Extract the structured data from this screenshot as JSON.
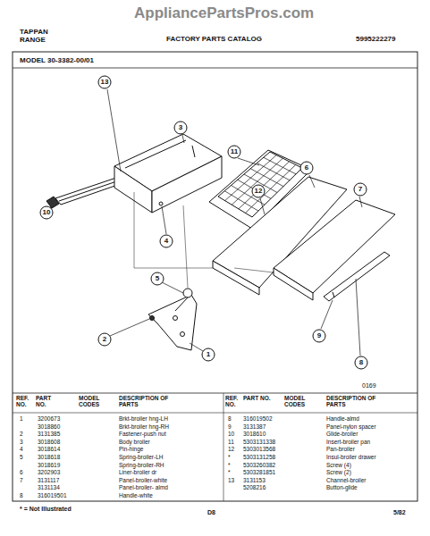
{
  "diagram": {
    "labels": [
      "AppliancePartsPros.com",
      "TAPPAN",
      "RANGE",
      "FACTORY PARTS CATALOG",
      "5995222279",
      "MODEL 30-3382-00/01",
      "13",
      "3",
      "11",
      "6",
      "7",
      "12",
      "10",
      "4",
      "5",
      "2",
      "1",
      "9",
      "8",
      "0169",
      "REF. NO.",
      "PART NO.",
      "MODEL CODES",
      "DESCRIPTION OF PARTS",
      "REF. NO.",
      "PART NO.",
      "MODEL CODES",
      "DESCRIPTION OF PARTS",
      "1",
      "3200673",
      "Brkt-broiler hng-LH",
      "3018860",
      "Brkt-broiler hng-RH",
      "2",
      "3131385",
      "Fastener-push nut",
      "3",
      "3018608",
      "Body broiler",
      "4",
      "3018614",
      "Pin-hinge",
      "5",
      "3018618",
      "Spring-broiler-LH",
      "3018619",
      "Spring-broiler-RH",
      "6",
      "3202903",
      "Liner-broiler dr",
      "7",
      "3131117",
      "Panel-broiler-white",
      "3131134",
      "Panel-broiler- almd",
      "8",
      "316019501",
      "Handle-white",
      "8",
      "316019502",
      "Handle-almd",
      "9",
      "3131387",
      "Panel-nylon spacer",
      "10",
      "3018610",
      "Glide-broiler",
      "11",
      "5303131338",
      "Insert-broiler pan",
      "12",
      "5303013568",
      "Pan-broiler",
      "*",
      "5303131258",
      "Insul-broiler drawer",
      "*",
      "5303260382",
      "Screw (4)",
      "*",
      "5303281851",
      "Screw (2)",
      "13",
      "3131153",
      "Channel-broiler",
      "5208216",
      "Button-glide",
      "* = Not Illustrated",
      "D8",
      "5/82"
    ]
  }
}
